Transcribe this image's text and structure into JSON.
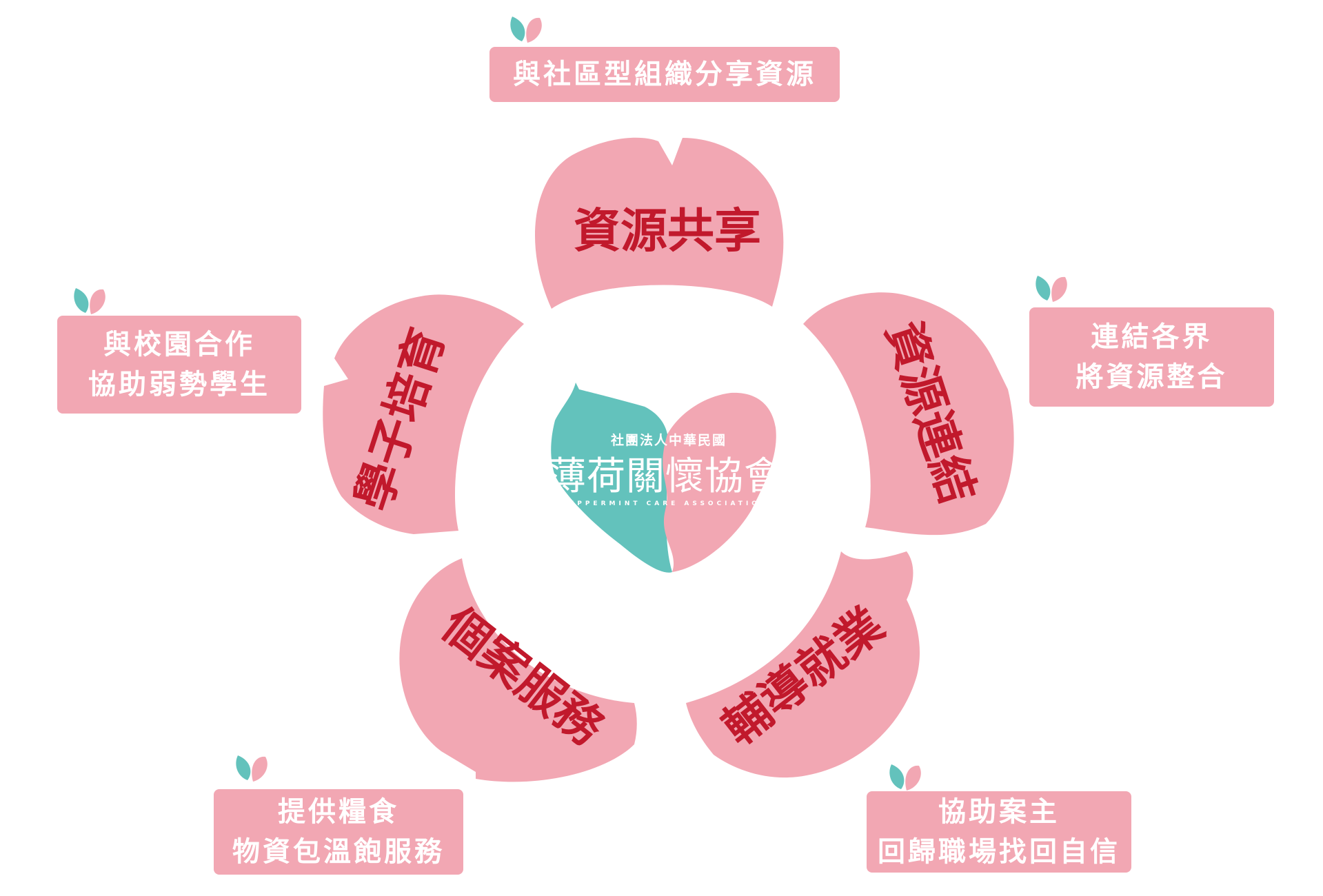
{
  "center": {
    "org_subtitle": "社團法人中華民國",
    "org_name": "薄荷關懷協會",
    "org_name_en": "PEPPERMINT CARE ASSOCIATION",
    "colors": {
      "teal": "#63c2bc",
      "pink": "#f2a7b3"
    }
  },
  "petals": [
    {
      "label": "資源共享"
    },
    {
      "label": "資源連結"
    },
    {
      "label": "輔導就業"
    },
    {
      "label": "個案服務"
    },
    {
      "label": "學子培育"
    }
  ],
  "boxes": {
    "top": {
      "lines": [
        "與社區型組織分享資源"
      ]
    },
    "right": {
      "lines": [
        "連結各界",
        "將資源整合"
      ]
    },
    "bottom_right": {
      "lines": [
        "協助案主",
        "回歸職場找回自信"
      ]
    },
    "bottom_left": {
      "lines": [
        "提供糧食",
        "物資包溫飽服務"
      ]
    },
    "left": {
      "lines": [
        "與校園合作",
        "協助弱勢學生"
      ]
    }
  },
  "colors": {
    "petal": "#f2a7b3",
    "petal_text": "#c1192c",
    "box_text": "#ffffff",
    "leaf_teal": "#63c2bc",
    "leaf_pink": "#f2a7b3"
  },
  "icons": [
    "leaf-icon"
  ]
}
